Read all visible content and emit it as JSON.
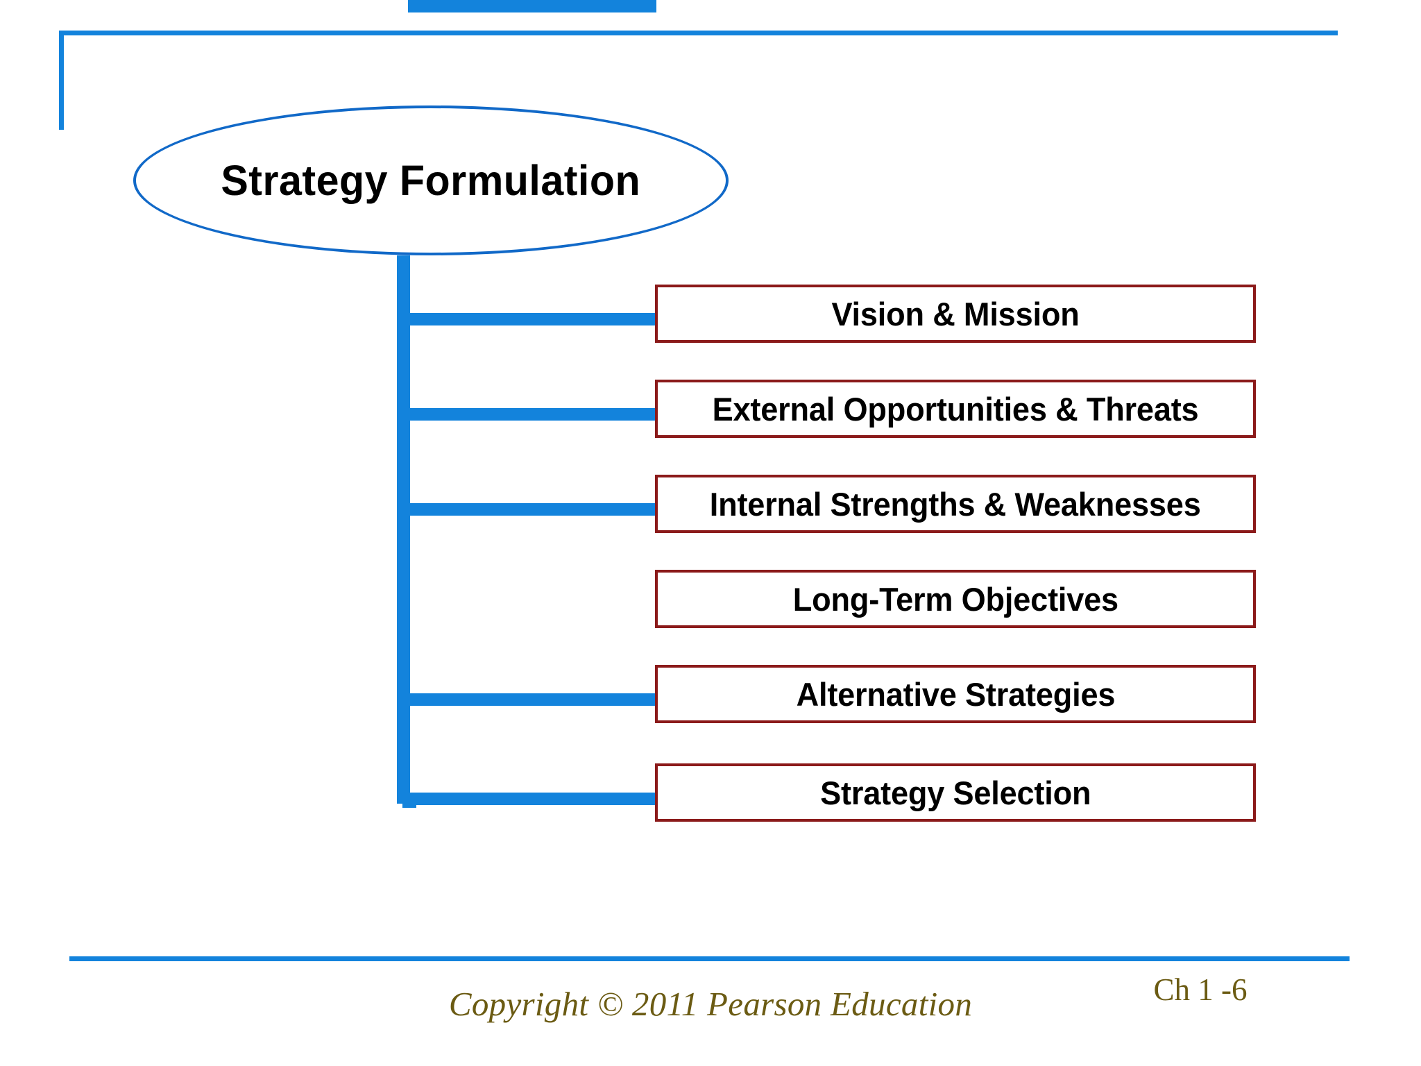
{
  "slide": {
    "title": "Strategy Formulation",
    "accent_blue": "#1383DC",
    "ellipse_border": "#1169C8",
    "box_border": "#8B1A1A",
    "footer_text_color": "#6B5B13"
  },
  "diagram": {
    "type": "tree",
    "root": {
      "label": "Strategy Formulation",
      "shape": "ellipse"
    },
    "children": [
      {
        "label": "Vision & Mission"
      },
      {
        "label": "External Opportunities & Threats"
      },
      {
        "label": "Internal Strengths & Weaknesses"
      },
      {
        "label": "Long-Term Objectives"
      },
      {
        "label": "Alternative Strategies"
      },
      {
        "label": "Strategy Selection"
      }
    ]
  },
  "footer": {
    "copyright": "Copyright © 2011 Pearson Education",
    "page_number": "Ch 1 -6"
  }
}
